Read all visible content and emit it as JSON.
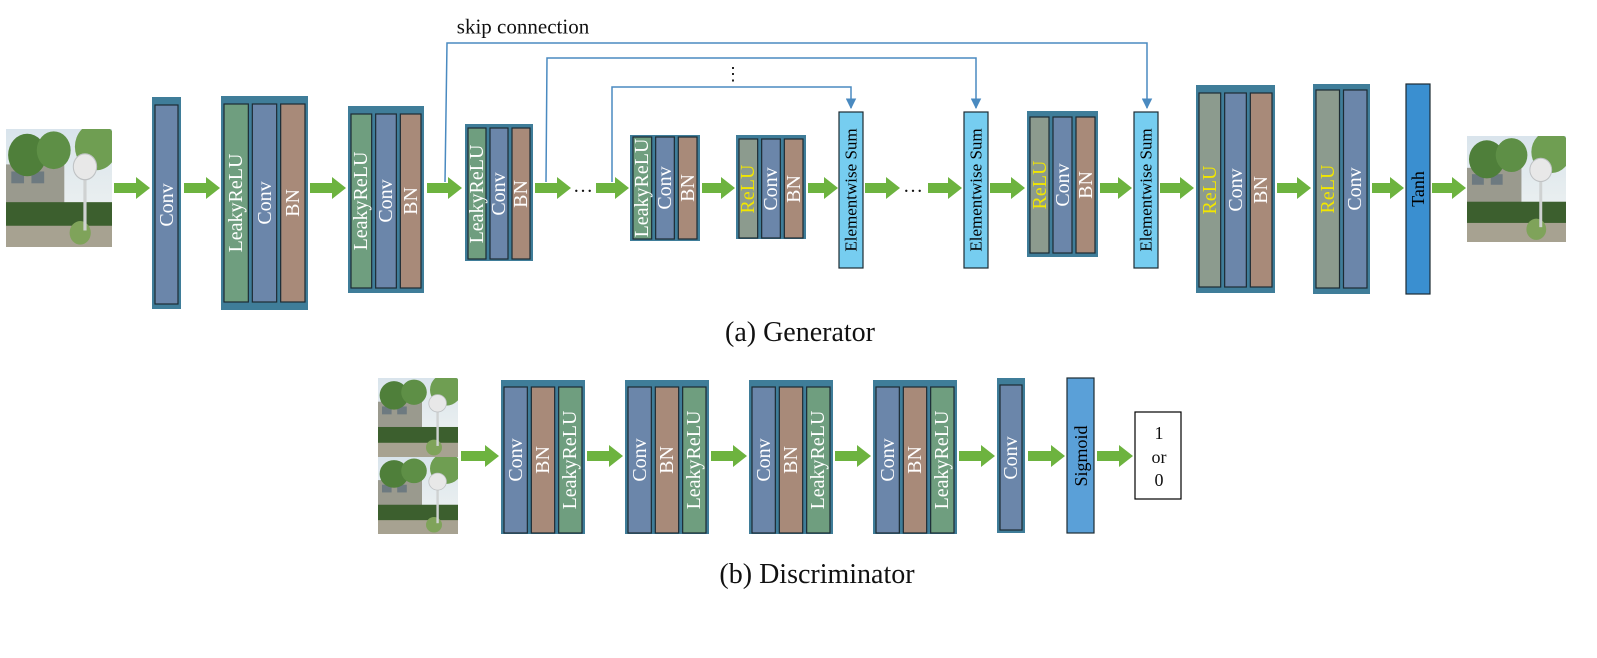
{
  "skip_label": "skip connection",
  "skip_vdots": "⋮",
  "ellipsis": "…",
  "generator_caption": "(a) Generator",
  "discriminator_caption": "(b) Discriminator",
  "output_box": {
    "line1": "1",
    "line2": "or",
    "line3": "0"
  },
  "colors": {
    "frame": "#3f7d99",
    "conv": "#6b86aa",
    "bn": "#a88a79",
    "leaky": "#6f9e7f",
    "relu": "#8c9b8e",
    "elementwise": "#76cdf0",
    "tanh": "#3a8fd0",
    "sigmoid": "#5aa0d8",
    "arrow": "#6db33f",
    "skip": "#4a8ac0",
    "relu_text": "#f2e600"
  },
  "generator": {
    "blocks": [
      {
        "name": "block-conv-1",
        "layers": [
          {
            "type": "conv",
            "label": "Conv"
          }
        ]
      },
      {
        "name": "block-leaky-conv-bn-1",
        "layers": [
          {
            "type": "leaky",
            "label": "LeakyReLU"
          },
          {
            "type": "conv",
            "label": "Conv"
          },
          {
            "type": "bn",
            "label": "BN"
          }
        ]
      },
      {
        "name": "block-leaky-conv-bn-2",
        "layers": [
          {
            "type": "leaky",
            "label": "LeakyReLU"
          },
          {
            "type": "conv",
            "label": "Conv"
          },
          {
            "type": "bn",
            "label": "BN"
          }
        ]
      },
      {
        "name": "block-leaky-conv-bn-3",
        "layers": [
          {
            "type": "leaky",
            "label": "LeakyReLU"
          },
          {
            "type": "conv",
            "label": "Conv"
          },
          {
            "type": "bn",
            "label": "BN"
          }
        ]
      },
      {
        "name": "block-leaky-conv-bn-4",
        "layers": [
          {
            "type": "leaky",
            "label": "LeakyReLU"
          },
          {
            "type": "conv",
            "label": "Conv"
          },
          {
            "type": "bn",
            "label": "BN"
          }
        ]
      },
      {
        "name": "block-relu-conv-bn-1",
        "layers": [
          {
            "type": "relu",
            "label": "ReLU"
          },
          {
            "type": "conv",
            "label": "Conv"
          },
          {
            "type": "bn",
            "label": "BN"
          }
        ]
      },
      {
        "name": "elementwise-sum-1",
        "layers": [
          {
            "type": "elementwise",
            "label": "Elementwise Sum"
          }
        ]
      },
      {
        "name": "elementwise-sum-2",
        "layers": [
          {
            "type": "elementwise",
            "label": "Elementwise Sum"
          }
        ]
      },
      {
        "name": "block-relu-conv-bn-2",
        "layers": [
          {
            "type": "relu",
            "label": "ReLU"
          },
          {
            "type": "conv",
            "label": "Conv"
          },
          {
            "type": "bn",
            "label": "BN"
          }
        ]
      },
      {
        "name": "elementwise-sum-3",
        "layers": [
          {
            "type": "elementwise",
            "label": "Elementwise Sum"
          }
        ]
      },
      {
        "name": "block-relu-conv-bn-3",
        "layers": [
          {
            "type": "relu",
            "label": "ReLU"
          },
          {
            "type": "conv",
            "label": "Conv"
          },
          {
            "type": "bn",
            "label": "BN"
          }
        ]
      },
      {
        "name": "block-relu-conv",
        "layers": [
          {
            "type": "relu",
            "label": "ReLU"
          },
          {
            "type": "conv",
            "label": "Conv"
          }
        ]
      },
      {
        "name": "block-tanh",
        "layers": [
          {
            "type": "tanh",
            "label": "Tanh"
          }
        ]
      }
    ]
  },
  "discriminator": {
    "blocks": [
      {
        "name": "block-conv-bn-leaky-1",
        "layers": [
          {
            "type": "conv",
            "label": "Conv"
          },
          {
            "type": "bn",
            "label": "BN"
          },
          {
            "type": "leaky",
            "label": "LeakyReLU"
          }
        ]
      },
      {
        "name": "block-conv-bn-leaky-2",
        "layers": [
          {
            "type": "conv",
            "label": "Conv"
          },
          {
            "type": "bn",
            "label": "BN"
          },
          {
            "type": "leaky",
            "label": "LeakyReLU"
          }
        ]
      },
      {
        "name": "block-conv-bn-leaky-3",
        "layers": [
          {
            "type": "conv",
            "label": "Conv"
          },
          {
            "type": "bn",
            "label": "BN"
          },
          {
            "type": "leaky",
            "label": "LeakyReLU"
          }
        ]
      },
      {
        "name": "block-conv-bn-leaky-4",
        "layers": [
          {
            "type": "conv",
            "label": "Conv"
          },
          {
            "type": "bn",
            "label": "BN"
          },
          {
            "type": "leaky",
            "label": "LeakyReLU"
          }
        ]
      },
      {
        "name": "block-conv-final",
        "layers": [
          {
            "type": "conv",
            "label": "Conv"
          }
        ]
      },
      {
        "name": "block-sigmoid",
        "layers": [
          {
            "type": "sigmoid",
            "label": "Sigmoid"
          }
        ]
      }
    ]
  }
}
